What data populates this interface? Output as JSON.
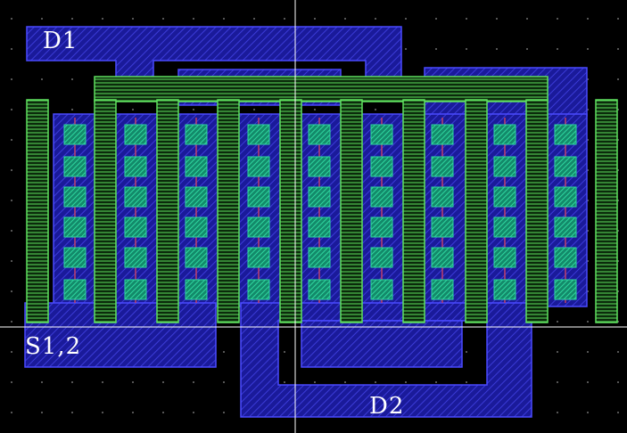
{
  "labels": {
    "d1": "D1",
    "s12": "S1,2",
    "d2": "D2"
  },
  "layers": {
    "background": "#000000",
    "metal": "#3030d8",
    "metal_edge": "#4a4aff",
    "poly": "#5fe05f",
    "contact": "#2fd7a0",
    "via_line": "#c0406a",
    "cursor": "#ffffff",
    "grid_dot": "#555555"
  },
  "cursor": {
    "label": "crosshair"
  }
}
